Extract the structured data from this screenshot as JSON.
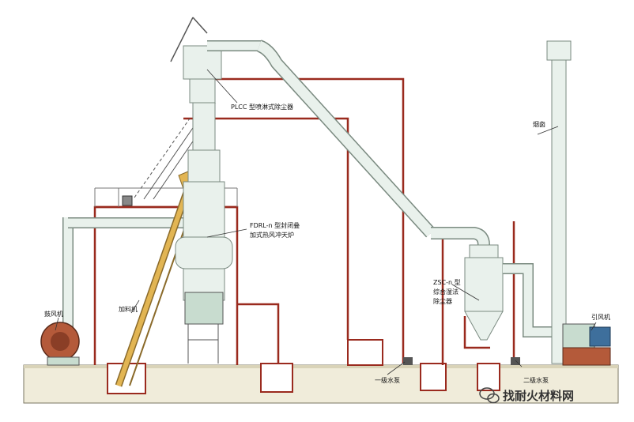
{
  "labels": {
    "cupola": "FDRL-n 型封闭叠",
    "cupola_line2": "加式热风冲天炉",
    "plcc": "PLCC 型喷淋式除尘器",
    "zsc": "ZSC-n 型",
    "zsc_line2": "综合湿法",
    "zsc_line3": "除尘器",
    "chimney": "烟囱",
    "blower": "鼓风机",
    "feeder": "加料机",
    "fan": "引风机",
    "pump1": "一级水泵",
    "pump2": "二级水泵"
  },
  "watermark": {
    "text": "找耐火材料网",
    "icon": "wechat-icon"
  },
  "colors": {
    "pipe": "#e9f1ec",
    "pipe_outline": "#7a8a80",
    "frame": "#9a2a1e",
    "ground": "#f0ecda",
    "feeder": "#e2b553",
    "equipment": "#c8dccf",
    "motor": "#3e6f9c"
  }
}
